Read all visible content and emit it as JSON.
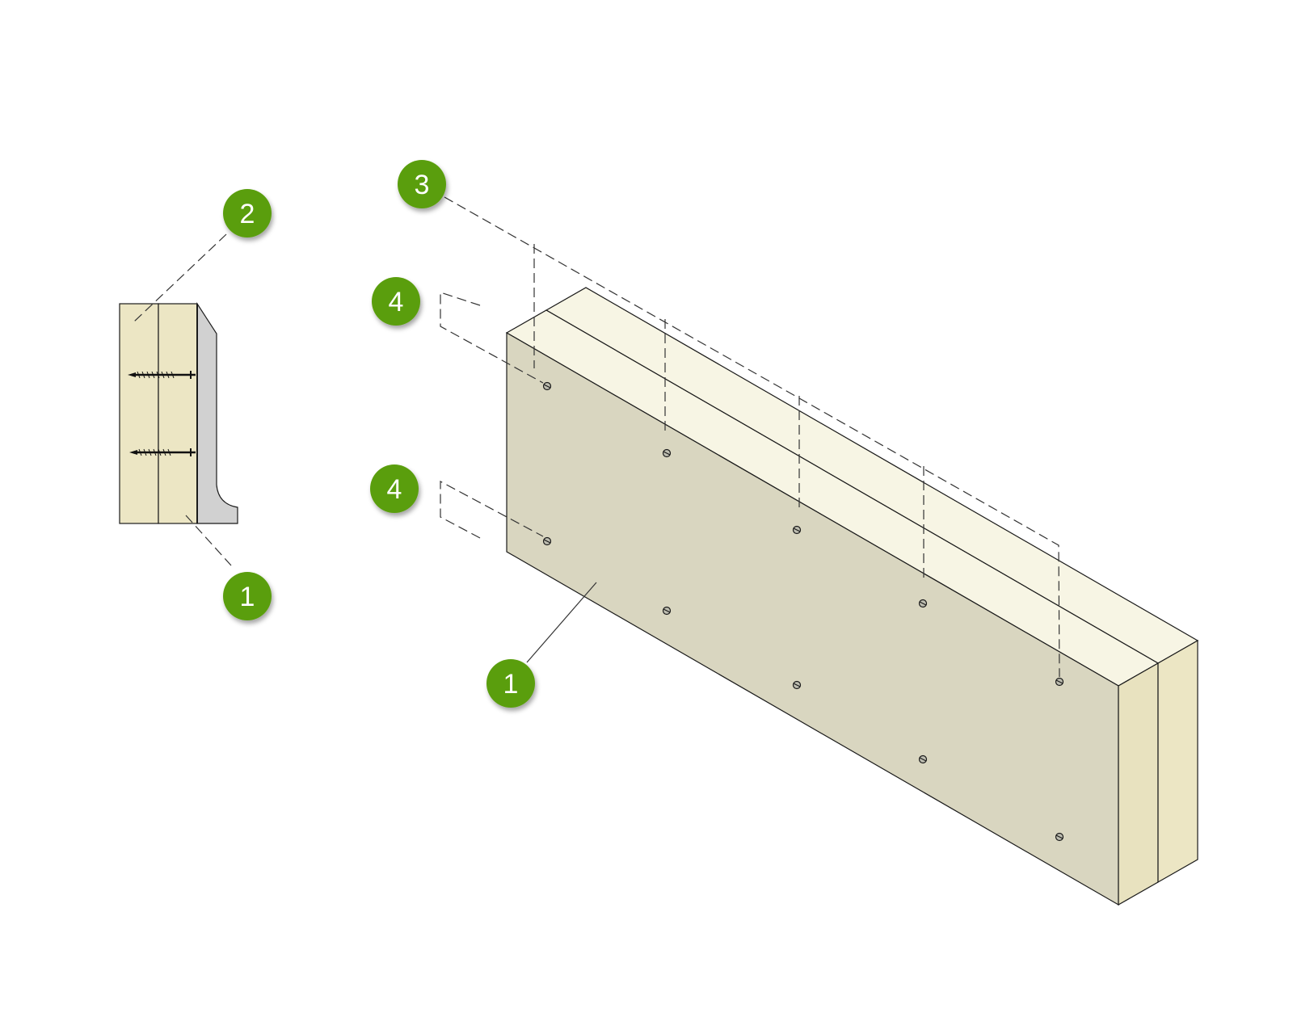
{
  "colors": {
    "board_face": "#d9d6c0",
    "board_core": "#f7f5e4",
    "board_end": "#ece6c4",
    "board_end_front": "#e8e2bf",
    "steel_profile": "#d1d1d1",
    "callout_fill": "#5a9e0a",
    "callout_text": "#ffffff",
    "line": "#1a1a1a"
  },
  "callouts": [
    {
      "id": "section-board",
      "label": "1"
    },
    {
      "id": "section-core",
      "label": "2"
    },
    {
      "id": "screw-rows",
      "label": "3"
    },
    {
      "id": "edge-screw-top",
      "label": "4"
    },
    {
      "id": "edge-screw-bottom",
      "label": "4"
    },
    {
      "id": "panel-board",
      "label": "1"
    }
  ]
}
